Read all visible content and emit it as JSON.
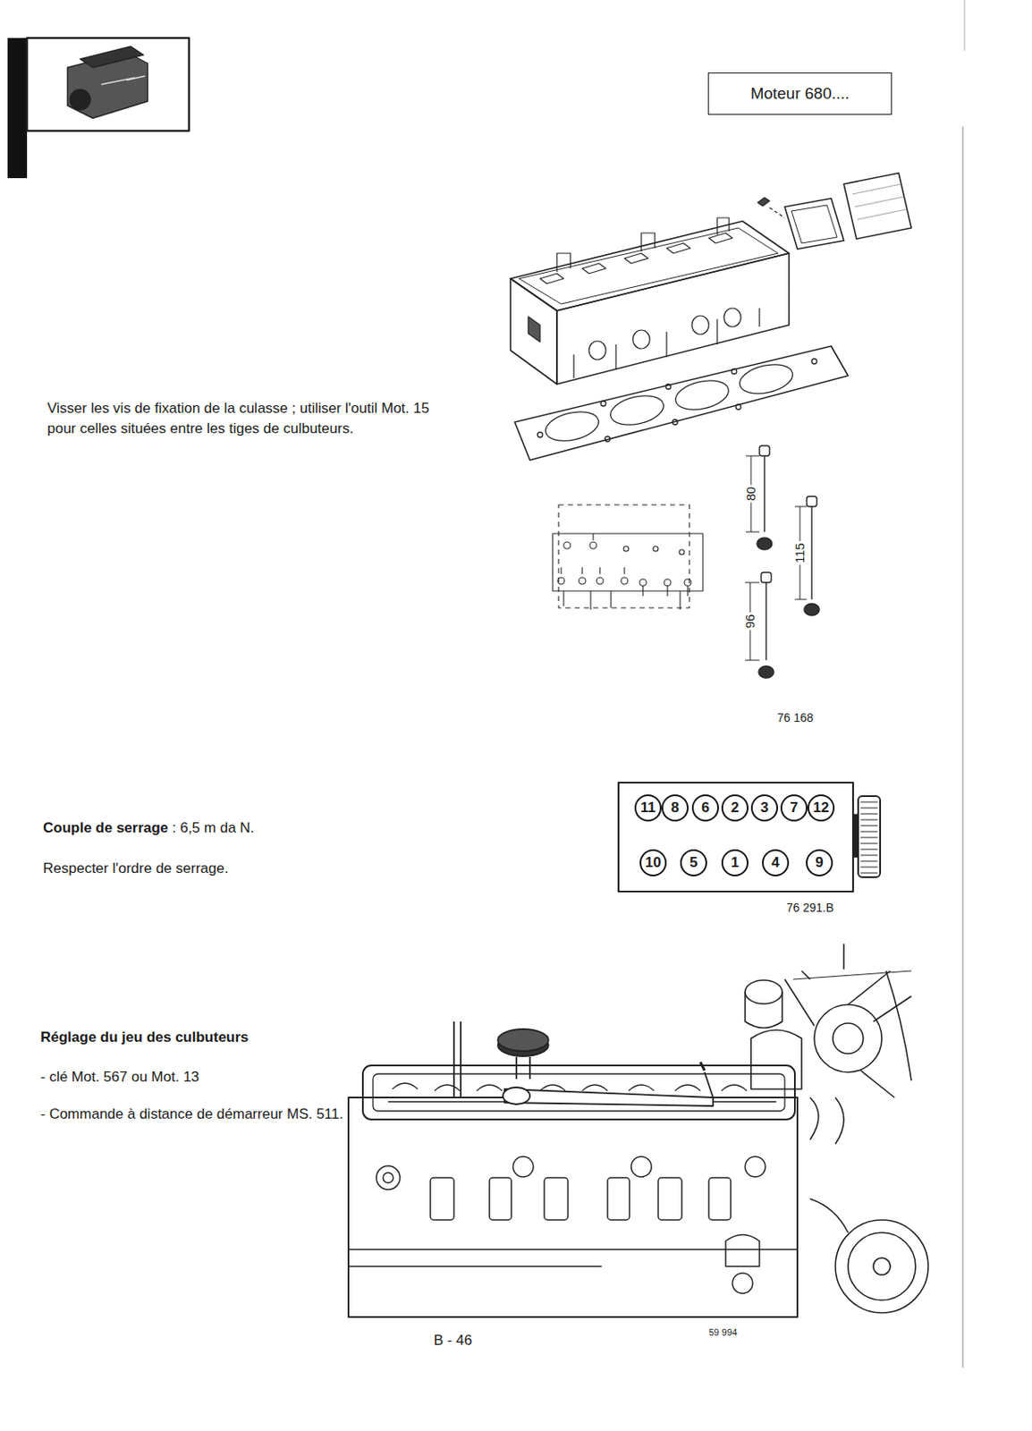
{
  "diagram": {
    "nodes": [
      {
        "text": [
          "Moteur 680...."
        ]
      },
      {
        "text": [
          "11"
        ]
      },
      {
        "text": [
          "8"
        ]
      },
      {
        "text": [
          "6"
        ]
      },
      {
        "text": [
          "2"
        ]
      },
      {
        "text": [
          "3"
        ]
      },
      {
        "text": [
          "7"
        ]
      },
      {
        "text": [
          "12"
        ]
      },
      {
        "text": [
          "10"
        ]
      },
      {
        "text": [
          "5"
        ]
      },
      {
        "text": [
          "1"
        ]
      },
      {
        "text": [
          "4"
        ]
      },
      {
        "text": [
          "9"
        ]
      }
    ],
    "labels": [
      "Visser les vis de fixation de la culasse ; utiliser l'outil Mot. 15 pour celles situées entre les tiges de culbuteurs.",
      "80",
      "115",
      "96",
      "76 168",
      "Couple de serrage",
      ": 6,5 m da N.",
      "Respecter l'ordre de serrage.",
      "76 291.B",
      "Réglage du jeu des culbuteurs",
      "- clé Mot. 567 ou Mot. 13",
      "- Commande à distance de démarreur MS. 511.",
      "59 994",
      "B - 46"
    ]
  }
}
